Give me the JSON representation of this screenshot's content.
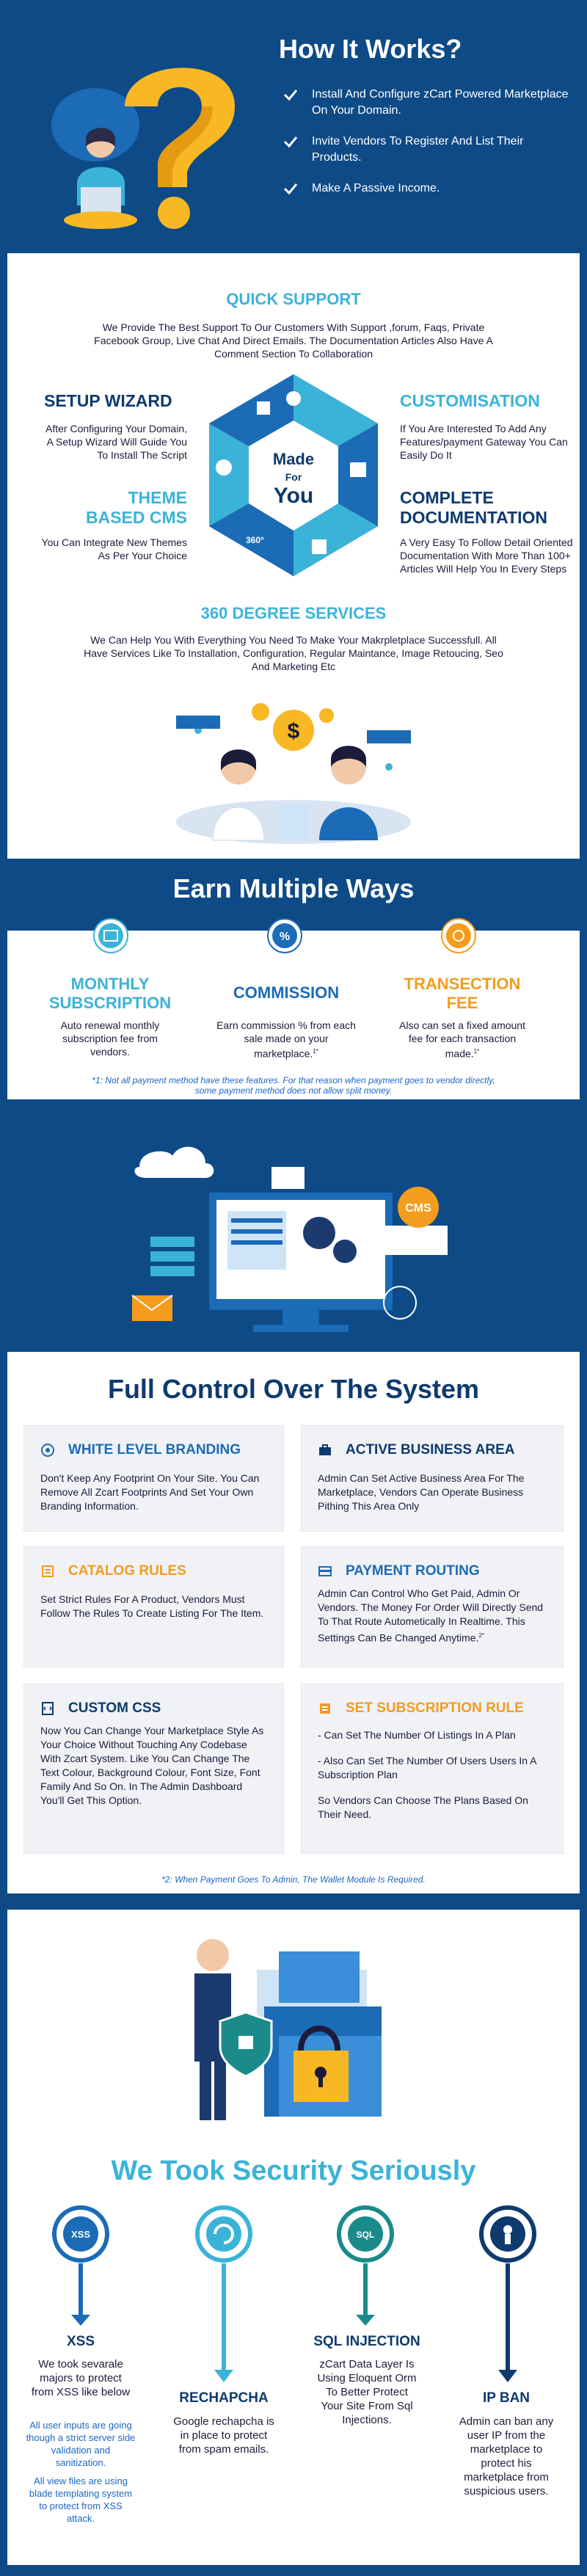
{
  "hero": {
    "title": "How It Works?",
    "items": [
      "Install And Configure zCart Powered Marketplace On Your Domain.",
      "Invite Vendors To Register And List Their Products.",
      "Make A Passive Income."
    ]
  },
  "support": {
    "quick_title": "QUICK SUPPORT",
    "quick_text": "We Provide The Best Support To Our Customers With Support ,forum, Faqs, Private Facebook Group, Live Chat And Direct Emails. The Documentation Articles Also Have A Comment Section To Collaboration",
    "wheel_center": [
      "Made",
      "For",
      "You"
    ],
    "setup_title": "SETUP WIZARD",
    "setup_text": "After Configuring Your Domain, A Setup Wizard Will Guide You To Install The Script",
    "custom_title": "CUSTOMISATION",
    "custom_text": "If You Are Interested To Add Any Features/payment Gateway You Can Easily Do It",
    "theme_title_1": "THEME",
    "theme_title_2": "BASED CMS",
    "theme_text": "You Can Integrate New Themes As Per Your Choice",
    "doc_title_1": "COMPLETE",
    "doc_title_2": "DOCUMENTATION",
    "doc_text": "A Very Easy To Follow Detail Oriented Documentation With More Than 100+ Articles Will Help You In Every Steps",
    "degree_title": "360 DEGREE SERVICES",
    "degree_text": "We Can Help You With Everything You Need To Make Your Makrpletplace Successfull. All Have Services Like To Installation, Configuration, Regular Maintance, Image Retoucing, Seo And Marketing Etc",
    "wheel_360": "360°"
  },
  "earn": {
    "title": "Earn Multiple Ways",
    "monthly_title_1": "MONTHLY",
    "monthly_title_2": "SUBSCRIPTION",
    "monthly_text": "Auto renewal monthly subscription fee from vendors.",
    "commission_title": "COMMISSION",
    "commission_text": "Earn commission % from each sale made on your marketplace.",
    "commission_sup": "1*",
    "transaction_title_1": "TRANSECTION",
    "transaction_title_2": "FEE",
    "transaction_text": "Also can set a fixed amount fee for each transaction made.",
    "transaction_sup": "1*",
    "note": "*1: Not all payment method have these features. For that reason when payment goes to vendor directly, some payment method does not allow split money."
  },
  "illustration": {
    "cms_badge": "CMS"
  },
  "control": {
    "title": "Full Control Over The System",
    "cards": [
      {
        "title": "WHITE LEVEL BRANDING",
        "text": "Don't Keep Any Footprint On Your Site. You Can Remove All Zcart Footprints And Set Your Own Branding Information."
      },
      {
        "title": "ACTIVE BUSINESS AREA",
        "text": "Admin Can Set Active Business Area For The Marketplace, Vendors Can Operate Business Pithing This Area Only"
      },
      {
        "title": "CATALOG RULES",
        "text": "Set Strict Rules For A Product, Vendors Must Follow The Rules To Create Listing For The Item."
      },
      {
        "title": "PAYMENT ROUTING",
        "text": "Admin Can Control Who Get Paid, Admin Or Vendors. The Money For Order Will Directly Send To That Route Autometically In Realtime. This Settings Can Be Changed Anytime.",
        "sup": "2*"
      },
      {
        "title": "CUSTOM CSS",
        "text": "Now You Can Change Your Marketplace Style As Your Choice Without Touching Any Codebase With Zcart System. Like You Can Change The Text Colour, Background Colour, Font Size, Font Family And So On. In The Admin Dashboard You'll Get This Option."
      },
      {
        "title": "SET SUBSCRIPTION RULE",
        "lines": [
          "- Can Set The Number Of Listings In A Plan",
          "- Also Can Set The Number Of Users Users In A Subscription Plan",
          "So Vendors Can Choose The Plans Based On Their Need."
        ]
      }
    ],
    "note": "*2: When Payment Goes To Admin, The Wallet Module Is Required."
  },
  "security": {
    "title": "We Took Security Seriously",
    "xss_badge": "XSS",
    "sql_badge": "SQL",
    "xss_title": "XSS",
    "xss_text": "We took sevarale majors to protect from XSS like below",
    "xss_blue_1": "All user inputs are going though a strict server side validation and sanitization.",
    "xss_blue_2": "All view files are using blade templating system to protect from XSS attack.",
    "captcha_title": "RECHAPCHA",
    "captcha_text": "Google rechapcha is in place to protect from spam emails.",
    "sql_title": "SQL INJECTION",
    "sql_text": "zCart Data Layer Is Using Eloquent Orm To Better Protect Your Site From Sql Injections.",
    "ip_title": "IP BAN",
    "ip_text": "Admin can ban any user IP from the marketplace to protect his marketplace from suspicious users."
  },
  "colors": {
    "navy": "#0e4a86",
    "cyan": "#3bb3d9",
    "orange": "#f39c1e",
    "yellow": "#f7b824",
    "dark_navy": "#0e3a6e",
    "blue_note": "#1a66c6"
  }
}
